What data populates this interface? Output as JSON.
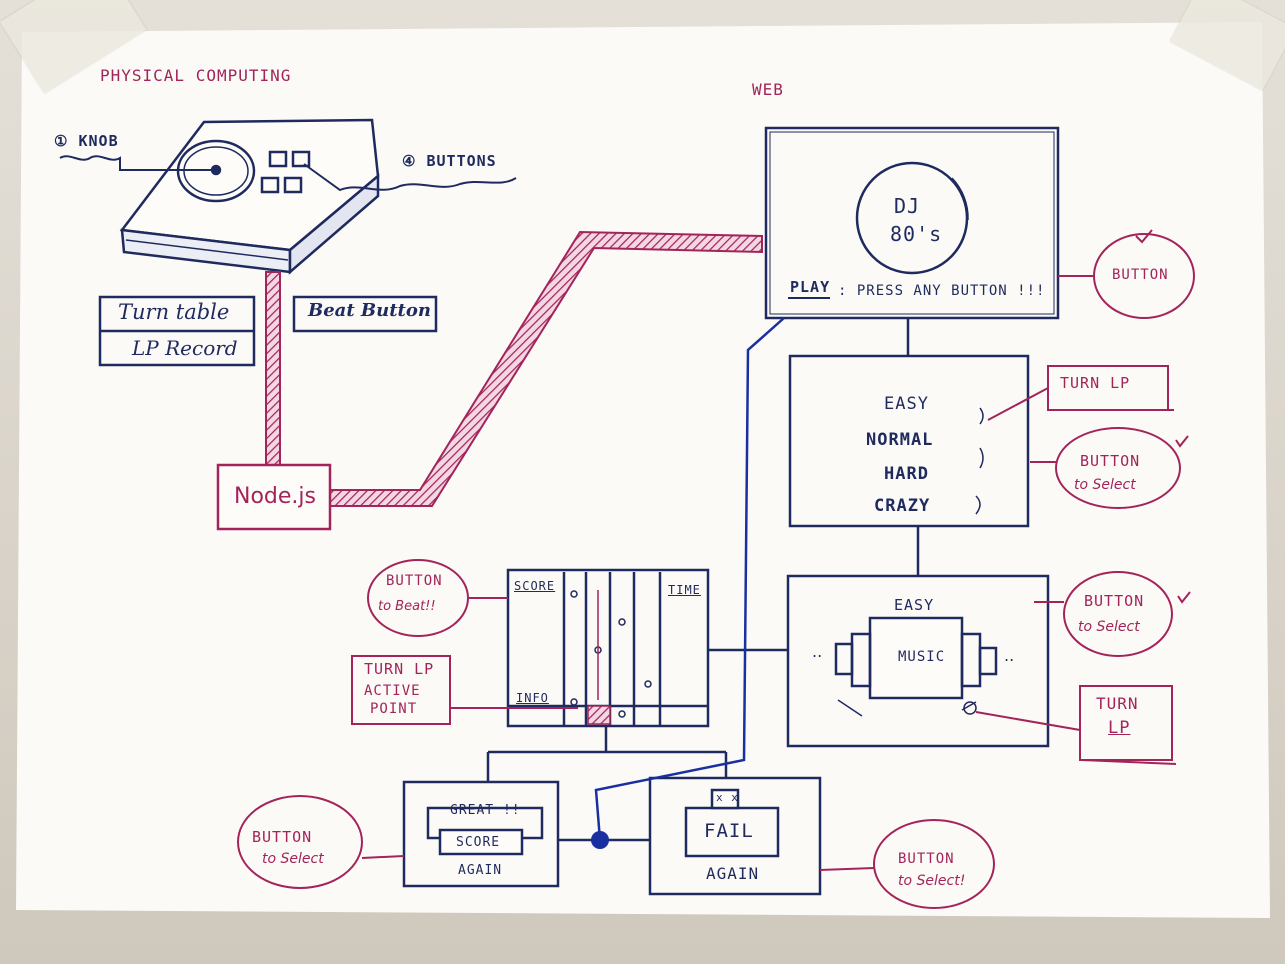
{
  "sections": {
    "physical": "PHYSICAL COMPUTING",
    "web": "WEB"
  },
  "device": {
    "knob": "① KNOB",
    "buttons": "④ BUTTONS"
  },
  "legend": {
    "turntable": "Turn table",
    "lp_record": "LP Record",
    "beat_button": "Beat Button"
  },
  "server": "Node.js",
  "screens": {
    "title": {
      "logo_line1": "DJ",
      "logo_line2": "80's",
      "play": "PLAY",
      "prompt": ": PRESS ANY BUTTON !!!"
    },
    "difficulty": {
      "levels": [
        "EASY",
        "NORMAL",
        "HARD",
        "CRAZY"
      ]
    },
    "music": {
      "level": "EASY",
      "card": "MUSIC",
      "dots_left": "..",
      "dots_right": ".."
    },
    "game": {
      "score": "SCORE",
      "time": "TIME",
      "info": "INFO"
    },
    "result_great": {
      "great": "GREAT !!",
      "score": "SCORE",
      "again": "AGAIN"
    },
    "result_fail": {
      "face": "x x",
      "fail": "FAIL",
      "again": "AGAIN"
    }
  },
  "notes": {
    "button": "BUTTON",
    "turn_lp_1": "TURN LP",
    "button_select_1": {
      "l1": "BUTTON",
      "l2": "to Select"
    },
    "button_select_2": {
      "l1": "BUTTON",
      "l2": "to Select"
    },
    "turn_lp_2": {
      "l1": "TURN",
      "l2": "LP"
    },
    "button_beat": {
      "l1": "BUTTON",
      "l2": "to Beat!!"
    },
    "turn_lp_active": {
      "l1": "TURN LP",
      "l2": "ACTIVE",
      "l3": "POINT"
    },
    "button_select_3": {
      "l1": "BUTTON",
      "l2": "to Select"
    },
    "button_select_4": {
      "l1": "BUTTON",
      "l2": "to Select!"
    }
  },
  "colors": {
    "ink": "#1f2a5e",
    "magenta": "#a3245a",
    "blue": "#1a2fa0",
    "paper": "#fbfaf7"
  }
}
